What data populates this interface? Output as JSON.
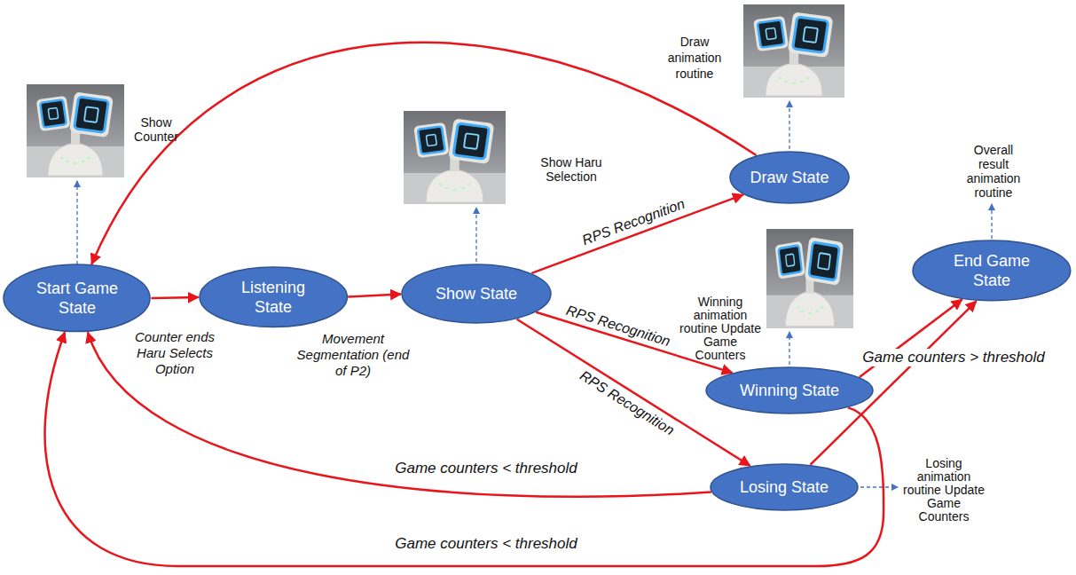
{
  "diagram": {
    "nodes": [
      {
        "text": [
          "Start Game State"
        ]
      },
      {
        "text": [
          "Listening State"
        ]
      },
      {
        "text": [
          "Show State"
        ]
      },
      {
        "text": [
          "Draw State"
        ]
      },
      {
        "text": [
          "Winning State"
        ]
      },
      {
        "text": [
          "End Game State"
        ]
      },
      {
        "text": [
          "Losing State"
        ]
      }
    ],
    "edges": [
      {
        "from": 0,
        "to": 1,
        "label": "Counter ends Haru Selects Option",
        "arrow": "to"
      },
      {
        "from": 1,
        "to": 2,
        "label": "Movement Segmentation (end of P2)",
        "arrow": "to"
      },
      {
        "from": 2,
        "to": 3,
        "label": "RPS Recognition",
        "arrow": "to"
      },
      {
        "from": 2,
        "to": 4,
        "label": "RPS Recognition",
        "arrow": "to"
      },
      {
        "from": 2,
        "to": 6,
        "label": "RPS Recognition",
        "arrow": "to"
      },
      {
        "from": 3,
        "to": 0,
        "arrow": "to"
      },
      {
        "from": 4,
        "to": 5,
        "label": "Game counters > threshold",
        "arrow": "to"
      },
      {
        "from": 6,
        "to": 5,
        "arrow": "to"
      },
      {
        "from": 6,
        "to": 0,
        "label": "Game counters < threshold",
        "arrow": "to"
      },
      {
        "from": 4,
        "to": 0,
        "label": "Game counters < threshold",
        "arrow": "to"
      }
    ],
    "labels": [
      "Show Counter",
      "Show Haru Selection",
      "Draw animation routine",
      "Winning animation routine Update Game Counters",
      "Overall result animation routine",
      "Losing animation routine Update Game Counters"
    ]
  }
}
